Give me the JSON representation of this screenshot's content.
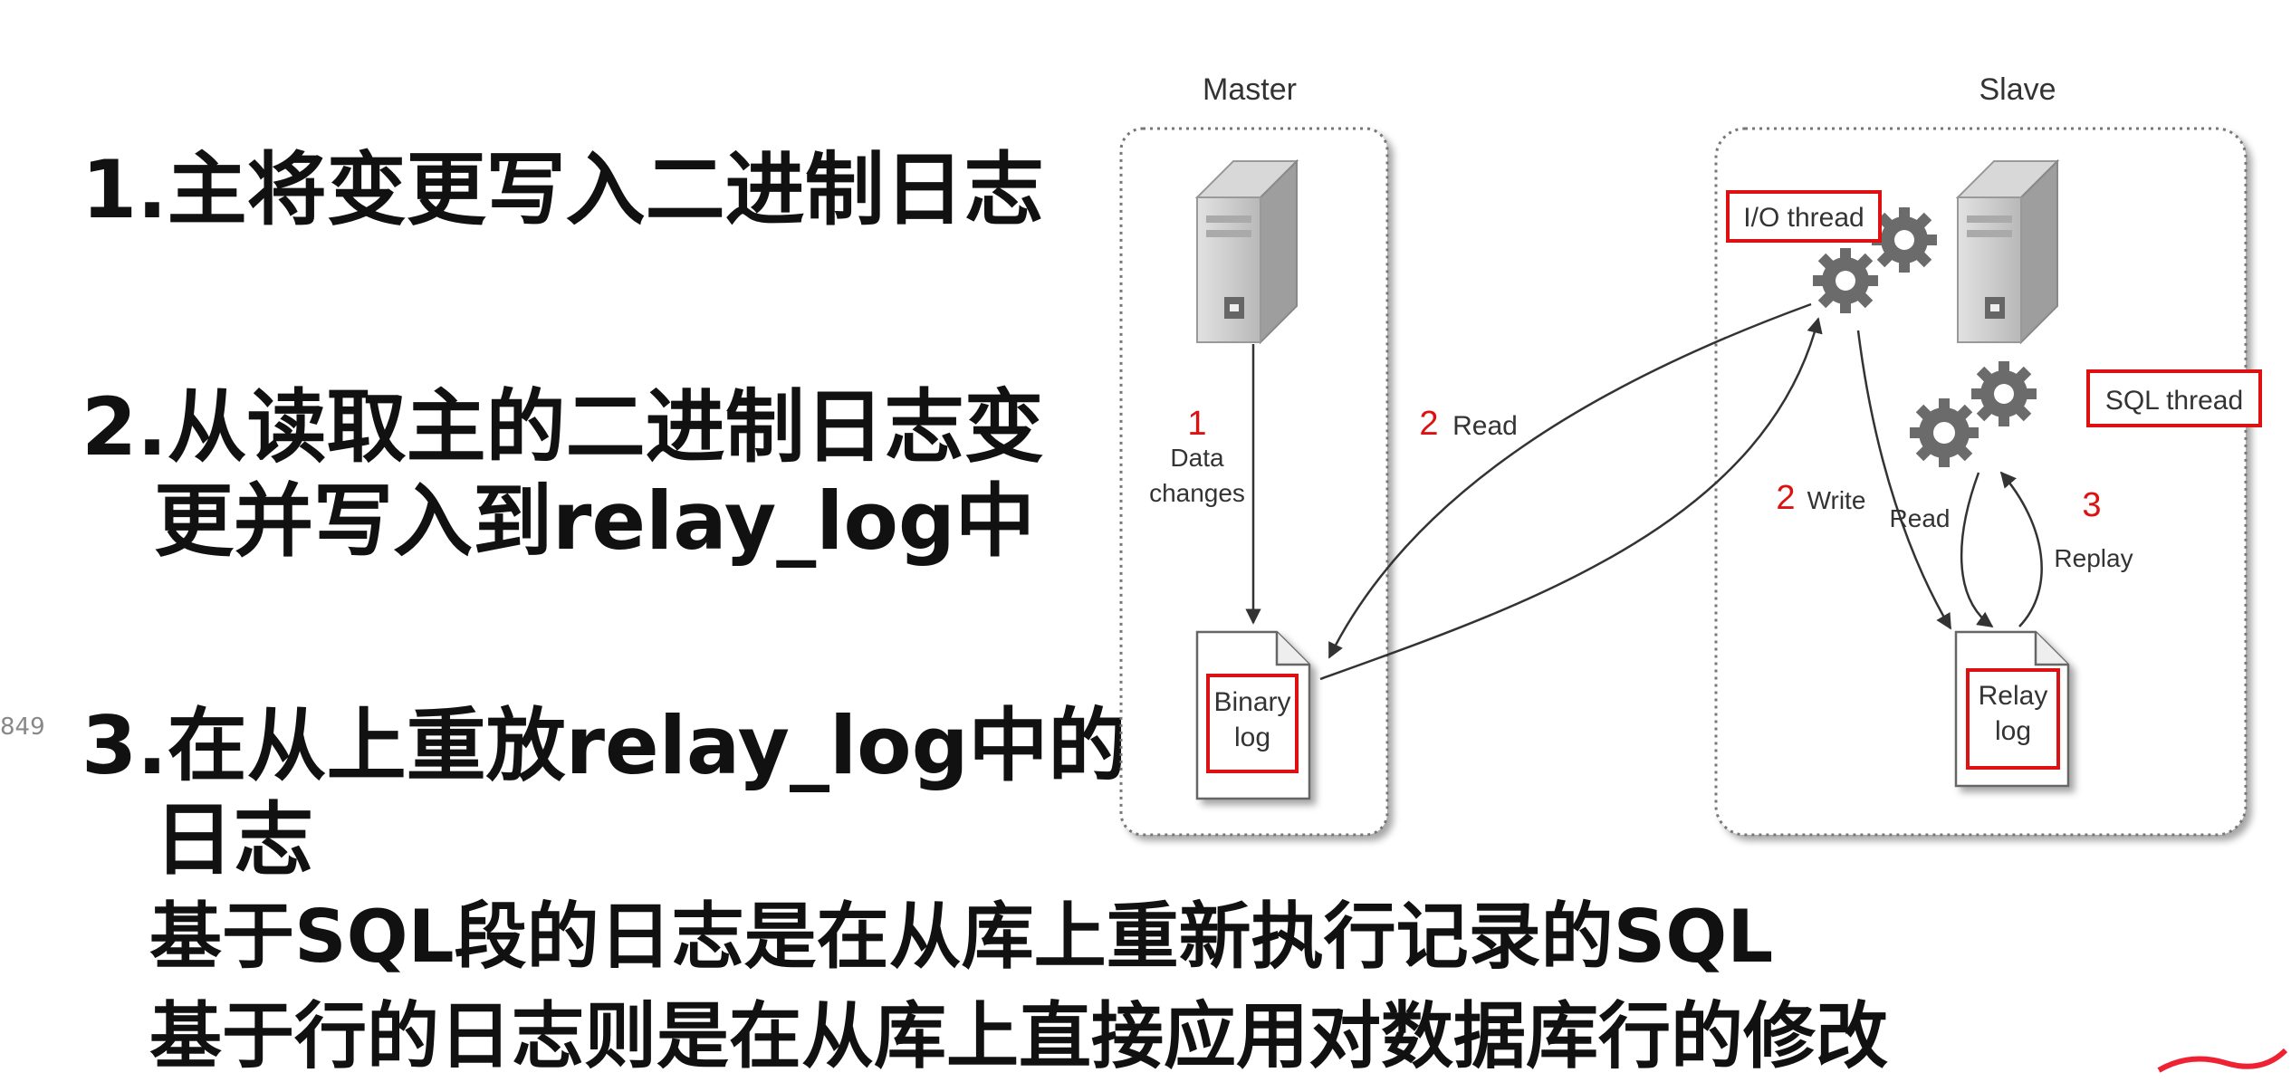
{
  "steps": {
    "step1": "1.主将变更写入二进制日志",
    "step2_line1": "2.从读取主的二进制日志变",
    "step2_line2": "更并写入到relay_log中",
    "step3_line1": "3.在从上重放relay_log中的",
    "step3_line2": "日志",
    "detail1": "基于SQL段的日志是在从库上重新执行记录的SQL",
    "detail2": "基于行的日志则是在从库上直接应用对数据库行的修改"
  },
  "slide_number": "849",
  "diagram": {
    "master_label": "Master",
    "slave_label": "Slave",
    "io_thread": "I/O thread",
    "sql_thread": "SQL thread",
    "binary_log": [
      "Binary",
      "log"
    ],
    "relay_log": [
      "Relay",
      "log"
    ],
    "arrow1_num": "1",
    "arrow1_label": [
      "Data",
      "changes"
    ],
    "arrow2_read_num": "2",
    "arrow2_read_label": "Read",
    "arrow2_write_num": "2",
    "arrow2_write_label": "Write",
    "read_label": "Read",
    "arrow3_num": "3",
    "arrow3_label": "Replay"
  },
  "colors": {
    "text": "#111111",
    "highlight_red": "#dd1111",
    "panel_border": "#888888",
    "server_gray": "#c9c9c9"
  }
}
